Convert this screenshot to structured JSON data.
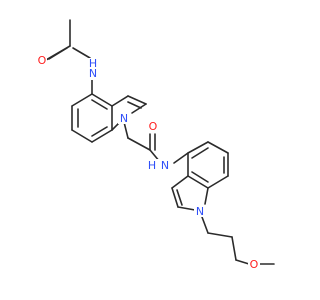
{
  "molecule": {
    "atoms": [
      {
        "id": "O1",
        "text": "O",
        "color": "#ff2020"
      },
      {
        "id": "N1",
        "text": "N",
        "color": "#3050f8"
      },
      {
        "id": "H1",
        "text": "H",
        "color": "#3050f8"
      },
      {
        "id": "N2",
        "text": "N",
        "color": "#3050f8"
      },
      {
        "id": "O2",
        "text": "O",
        "color": "#ff2020"
      },
      {
        "id": "N3",
        "text": "N",
        "color": "#3050f8"
      },
      {
        "id": "H3",
        "text": "H",
        "color": "#3050f8"
      },
      {
        "id": "N4",
        "text": "N",
        "color": "#3050f8"
      },
      {
        "id": "O3",
        "text": "O",
        "color": "#ff2020"
      }
    ],
    "bond_color": "#2b2b2b"
  }
}
